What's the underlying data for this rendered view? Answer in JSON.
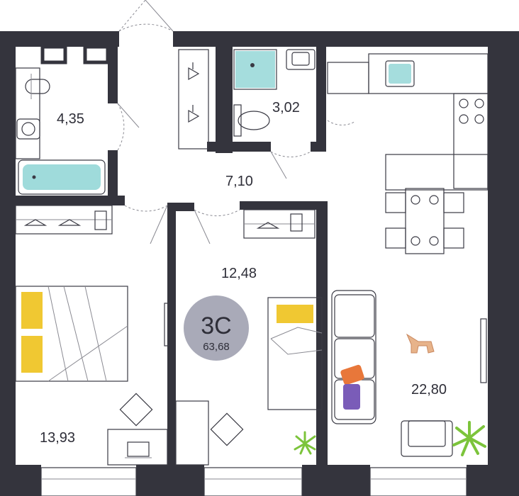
{
  "colors": {
    "wall": "#34343d",
    "badge": "#a9aab8",
    "water": "#7fcfcf",
    "pillow_yellow": "#f0c832",
    "pillow_orange": "#e8773a",
    "pillow_purple": "#7a5cb8",
    "plant": "#7cc43b",
    "dog": "#e7b38a"
  },
  "plan": {
    "type_label": "3С",
    "total_area": "63,68",
    "rooms": [
      {
        "id": "bathroom",
        "area": "4,35"
      },
      {
        "id": "toilet",
        "area": "3,02"
      },
      {
        "id": "hall",
        "area": "7,10"
      },
      {
        "id": "bedroom-middle",
        "area": "12,48"
      },
      {
        "id": "bedroom-left",
        "area": "13,93"
      },
      {
        "id": "kitchen-living",
        "area": "22,80"
      }
    ]
  },
  "icons": [
    "bathtub-icon",
    "toilet-icon",
    "sink-icon",
    "shower-icon",
    "double-bed-icon",
    "single-bed-icon",
    "sofa-icon",
    "dining-table-icon",
    "chair-icon",
    "stove-icon",
    "hanger-icon",
    "plant-icon",
    "dog-icon",
    "laptop-icon"
  ]
}
